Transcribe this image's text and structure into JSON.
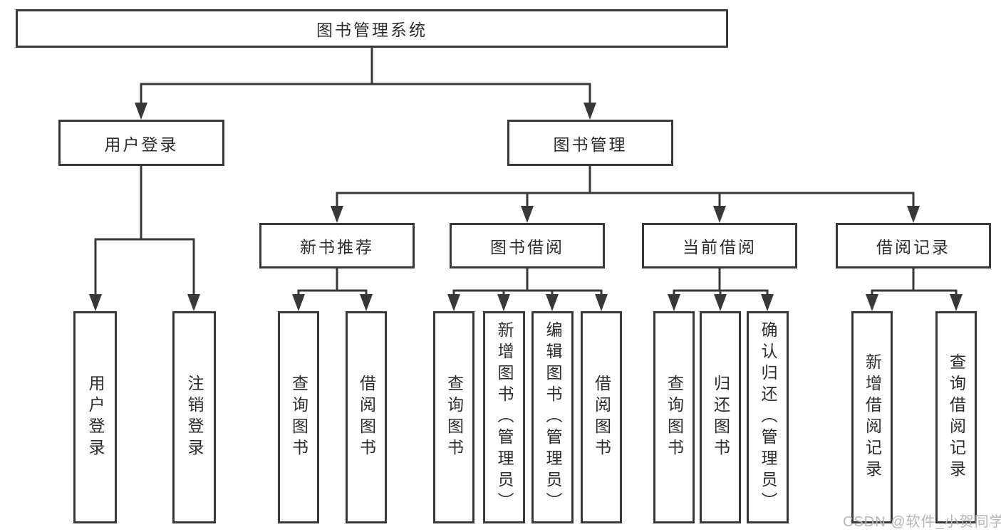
{
  "diagram": {
    "root": {
      "label": "图书管理系统"
    },
    "branches": [
      {
        "label": "用户登录",
        "children": [
          "用户登录",
          "注销登录"
        ]
      },
      {
        "label": "图书管理",
        "sections": [
          {
            "label": "新书推荐",
            "children": [
              "查询图书",
              "借阅图书"
            ]
          },
          {
            "label": "图书借阅",
            "children": [
              "查询图书",
              "新增图书（管理员）",
              "编辑图书（管理员）",
              "借阅图书"
            ]
          },
          {
            "label": "当前借阅",
            "children": [
              "查询图书",
              "归还图书",
              "确认归还（管理员）"
            ]
          },
          {
            "label": "借阅记录",
            "children": [
              "新增借阅记录",
              "查询借阅记录"
            ]
          }
        ]
      }
    ]
  },
  "watermark": {
    "text": "CSDN @软件_小贺同学"
  },
  "colors": {
    "line": "#383838",
    "box_border": "#383838",
    "box_fill": "#ffffff",
    "text": "#2d2d2d",
    "watermark": "#b5b5b5",
    "background": "#ffffff"
  }
}
